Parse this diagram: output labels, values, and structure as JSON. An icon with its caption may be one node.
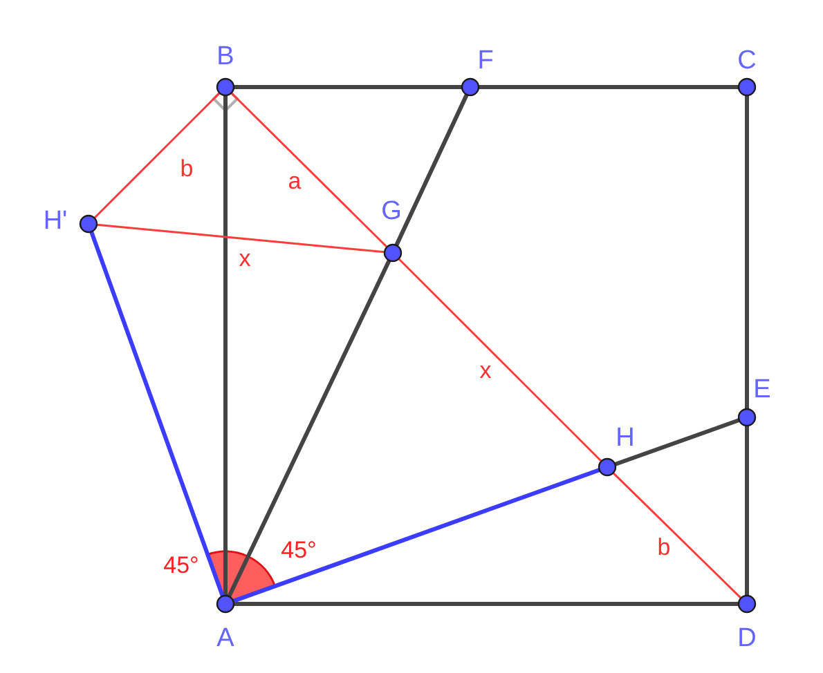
{
  "diagram": {
    "nodes": [
      {
        "text": [],
        "shape": "circle",
        "beside": [
          "B"
        ]
      },
      {
        "text": [],
        "shape": "circle",
        "beside": [
          "F"
        ]
      },
      {
        "text": [],
        "shape": "circle",
        "beside": [
          "C"
        ]
      },
      {
        "text": [],
        "shape": "circle",
        "beside": [
          "H'"
        ]
      },
      {
        "text": [],
        "shape": "circle",
        "beside": [
          "G"
        ]
      },
      {
        "text": [],
        "shape": "circle",
        "beside": [
          "E"
        ]
      },
      {
        "text": [],
        "shape": "circle",
        "beside": [
          "H"
        ]
      },
      {
        "text": [],
        "shape": "circle",
        "beside": [
          "A"
        ]
      },
      {
        "text": [],
        "shape": "circle",
        "beside": [
          "D"
        ]
      }
    ],
    "edges": [
      {
        "from": 0,
        "to": 1,
        "arrow": "none"
      },
      {
        "from": 1,
        "to": 2,
        "arrow": "none"
      },
      {
        "from": 0,
        "to": 7,
        "arrow": "none"
      },
      {
        "from": 2,
        "to": 5,
        "arrow": "none"
      },
      {
        "from": 5,
        "to": 8,
        "arrow": "none"
      },
      {
        "from": 7,
        "to": 8,
        "arrow": "none"
      },
      {
        "from": 7,
        "to": 4,
        "arrow": "none"
      },
      {
        "from": 4,
        "to": 1,
        "arrow": "none"
      },
      {
        "from": 6,
        "to": 5,
        "arrow": "none"
      },
      {
        "from": 7,
        "to": 3,
        "arrow": "none",
        "color": "#3c3cff"
      },
      {
        "from": 7,
        "to": 6,
        "arrow": "none",
        "color": "#3c3cff"
      },
      {
        "from": 0,
        "to": 3,
        "arrow": "none",
        "color": "#ff3c3c",
        "label": "b"
      },
      {
        "from": 0,
        "to": 4,
        "arrow": "none",
        "color": "#ff3c3c",
        "label": "a"
      },
      {
        "from": 3,
        "to": 4,
        "arrow": "none",
        "color": "#ff3c3c",
        "label": "x"
      },
      {
        "from": 4,
        "to": 6,
        "arrow": "none",
        "color": "#ff3c3c",
        "label": "x"
      },
      {
        "from": 6,
        "to": 8,
        "arrow": "none",
        "color": "#ff3c3c",
        "label": "b"
      }
    ],
    "labels": [
      "45°",
      "45°"
    ]
  }
}
